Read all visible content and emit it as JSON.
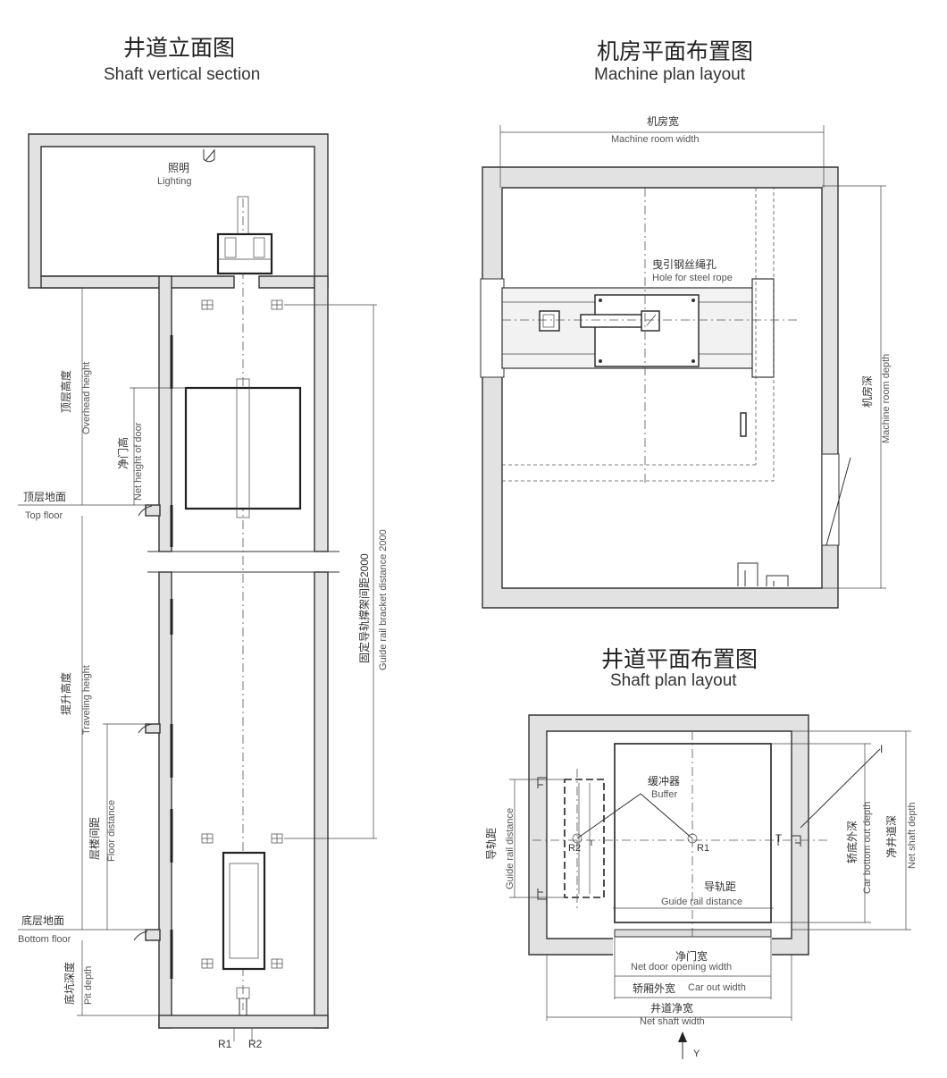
{
  "shaft_vertical": {
    "title_zh": "井道立面图",
    "title_en": "Shaft vertical section",
    "lighting_zh": "照明",
    "lighting_en": "Lighting",
    "overhead_zh": "顶层高度",
    "overhead_en": "Overhead height",
    "door_height_zh": "净门高",
    "door_height_en": "Net height of door",
    "top_floor_zh": "顶层地面",
    "top_floor_en": "Top floor",
    "traveling_zh": "提升高度",
    "traveling_en": "Traveling height",
    "floor_distance_zh": "层楼间距",
    "floor_distance_en": "Floor distance",
    "bottom_floor_zh": "底层地面",
    "bottom_floor_en": "Bottom floor",
    "pit_zh": "底坑深度",
    "pit_en": "Pit depth",
    "bracket_zh": "固定导轨撑架间距2000",
    "bracket_en": "Guide rail bracket distance 2000",
    "r1": "R1",
    "r2": "R2"
  },
  "machine_plan": {
    "title_zh": "机房平面布置图",
    "title_en": "Machine plan layout",
    "width_zh": "机房宽",
    "width_en": "Machine room width",
    "depth_zh": "机房深",
    "depth_en": "Machine room depth",
    "hole_zh": "曳引钢丝绳孔",
    "hole_en": "Hole for steel rope"
  },
  "shaft_plan": {
    "title_zh": "井道平面布置图",
    "title_en": "Shaft plan layout",
    "buffer_zh": "缓冲器",
    "buffer_en": "Buffer",
    "guide_rail_zh": "导轨距",
    "guide_rail_en": "Guide rail distance",
    "guide_rail_left_zh": "导轨距",
    "guide_rail_left_en": "Guide rail distance",
    "car_depth_zh": "轿底外深",
    "car_depth_en": "Car bottom out depth",
    "shaft_depth_zh": "净井道深",
    "shaft_depth_en": "Net shaft depth",
    "door_width_zh": "净门宽",
    "door_width_en": "Net door opening width",
    "car_width_zh": "轿厢外宽",
    "car_width_en": "Car out width",
    "shaft_width_zh": "井道净宽",
    "shaft_width_en": "Net shaft width",
    "r1": "R1",
    "r2": "R2",
    "y_axis": "Y",
    "i_mark": "I",
    "t_mark": "T"
  }
}
